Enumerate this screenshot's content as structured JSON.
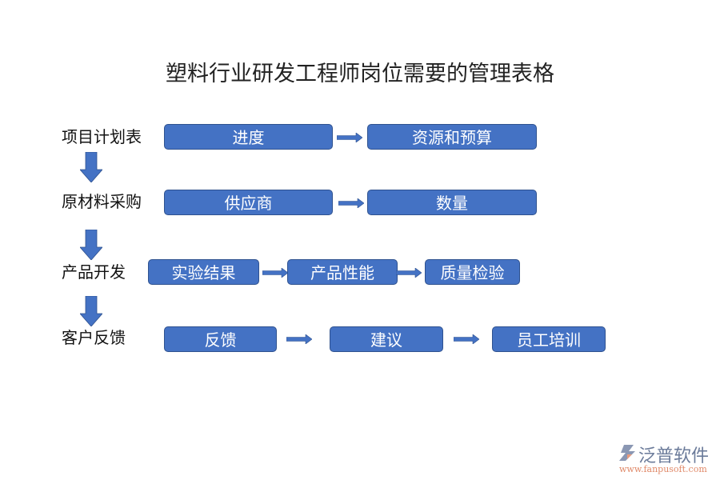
{
  "title": "塑料行业研发工程师岗位需要的管理表格",
  "colors": {
    "box": "#4472C4",
    "box_border": "#2F528F",
    "arrow": "#4472C4"
  },
  "rows": [
    {
      "label": "项目计划表",
      "items": [
        "进度",
        "资源和预算"
      ]
    },
    {
      "label": "原材料采购",
      "items": [
        "供应商",
        "数量"
      ]
    },
    {
      "label": "产品开发",
      "items": [
        "实验结果",
        "产品性能",
        "质量检验"
      ]
    },
    {
      "label": "客户反馈",
      "items": [
        "反馈",
        "建议",
        "员工培训"
      ]
    }
  ],
  "logo": {
    "brand": "泛普软件",
    "url": "www.fanpusoft.com"
  }
}
